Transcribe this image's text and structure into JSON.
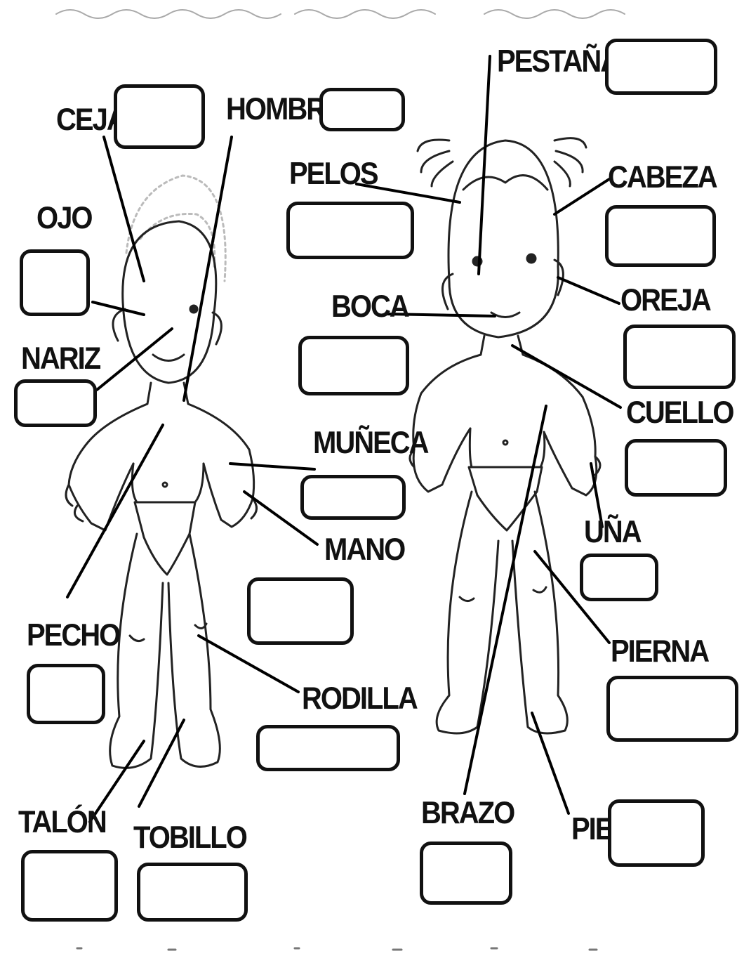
{
  "labels": {
    "ceja": "CEJA",
    "hombro": "HOMBRO",
    "pestana": "PESTAÑA",
    "ojo": "OJO",
    "pelos": "PELOS",
    "cabeza": "CABEZA",
    "nariz": "NARIZ",
    "boca": "BOCA",
    "oreja": "OREJA",
    "cuello": "CUELLO",
    "muneca": "MUÑECA",
    "mano": "MANO",
    "una": "UÑA",
    "pecho": "PECHO",
    "pierna": "PIERNA",
    "rodilla": "RODILLA",
    "talon": "TALÓN",
    "tobillo": "TOBILLO",
    "brazo": "BRAZO",
    "pie": "PIE"
  },
  "figures": [
    "boy-figure",
    "girl-figure"
  ],
  "answer_boxes_count": 20
}
